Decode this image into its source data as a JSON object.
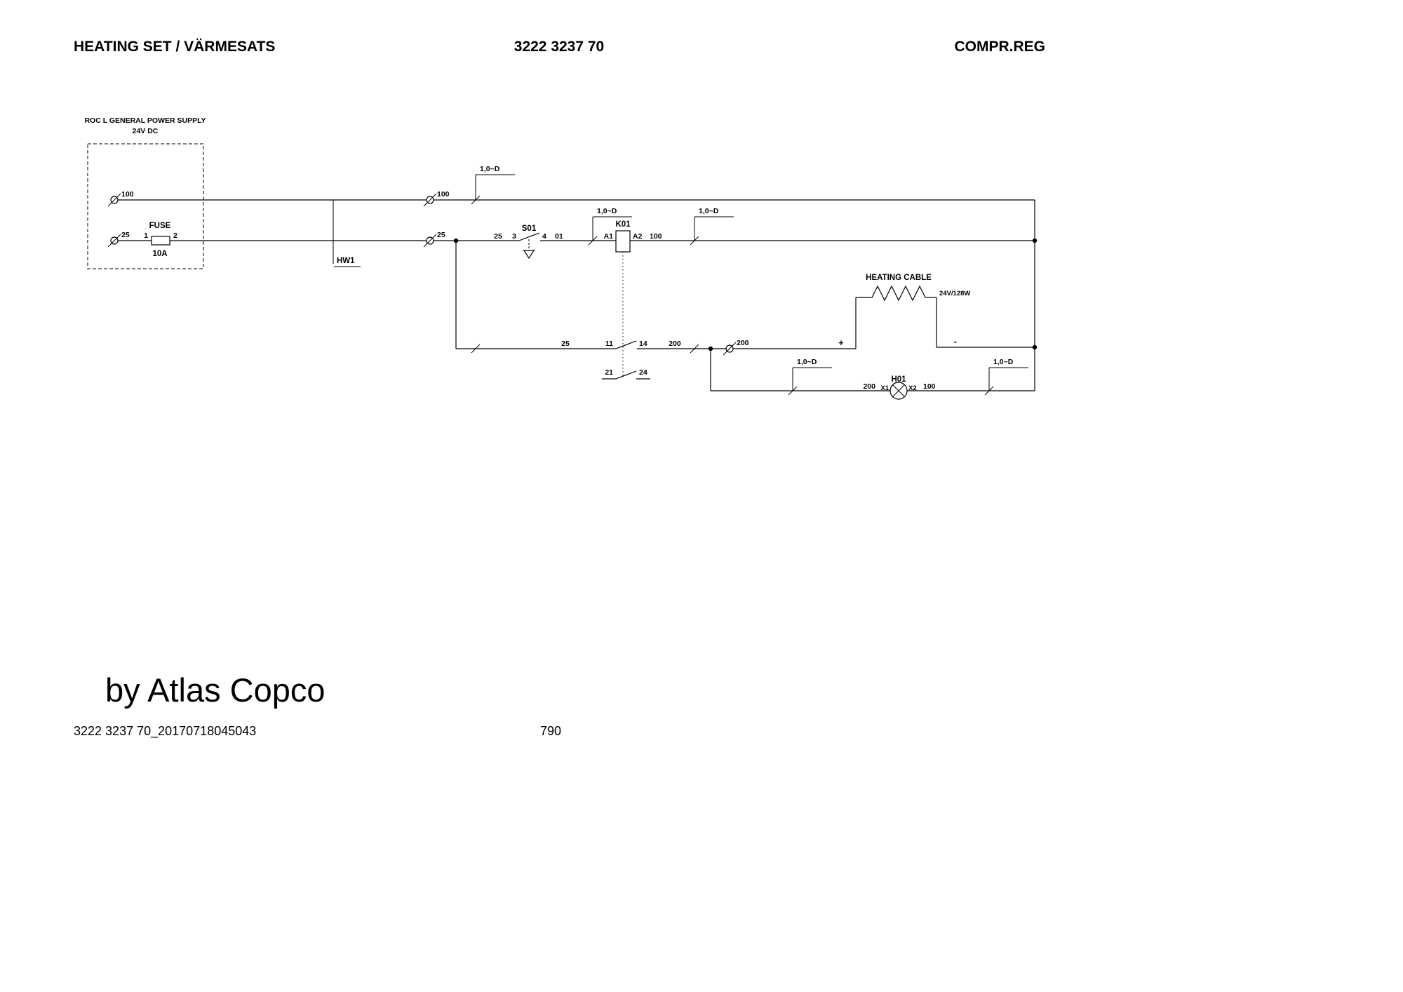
{
  "header": {
    "title": "HEATING SET / VÄRMESATS",
    "doc_number": "3222 3237 70",
    "section": "COMPR.REG"
  },
  "schematic": {
    "power_supply": {
      "name_line1": "ROC L GENERAL POWER SUPPLY",
      "name_line2": "24V DC",
      "fuse_label": "FUSE",
      "fuse_rating": "10A",
      "fuse_pin_1": "1",
      "fuse_pin_2": "2"
    },
    "cable_marker": "HW1",
    "wire_flag": "1,0~D",
    "nets": {
      "n100": "100",
      "n25": "25",
      "n200": "200",
      "n01": "01"
    },
    "switch_s01": {
      "name": "S01",
      "pin_3": "3",
      "pin_4": "4"
    },
    "relay_k01": {
      "name": "K01",
      "pin_a1": "A1",
      "pin_a2": "A2",
      "pin_11": "11",
      "pin_14": "14",
      "pin_21": "21",
      "pin_24": "24"
    },
    "heating_cable": {
      "name": "HEATING CABLE",
      "rating": "24V/128W",
      "plus": "+",
      "minus": "-"
    },
    "lamp_h01": {
      "name": "H01",
      "pin_x1": "X1",
      "pin_x2": "X2"
    }
  },
  "footer": {
    "brand": "by Atlas Copco",
    "doc_id": "3222 3237 70_20170718045043",
    "page_number": "790"
  }
}
